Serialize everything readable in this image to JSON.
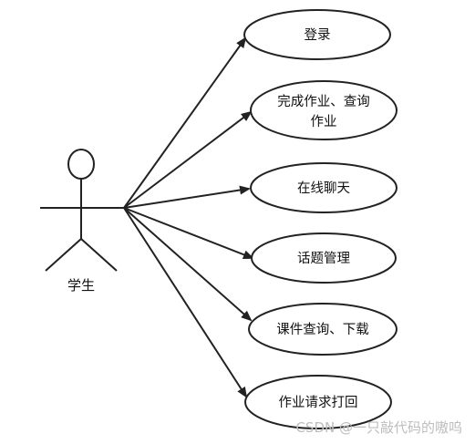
{
  "actor": {
    "label": "学生"
  },
  "use_cases": [
    {
      "lines": [
        "登录"
      ]
    },
    {
      "lines": [
        "完成作业、查询",
        "作业"
      ]
    },
    {
      "lines": [
        "在线聊天"
      ]
    },
    {
      "lines": [
        "话题管理"
      ]
    },
    {
      "lines": [
        "课件查询、下载"
      ]
    },
    {
      "lines": [
        "作业请求打回"
      ]
    }
  ],
  "watermark": "CSDN @一只敲代码的嗷呜",
  "colors": {
    "stroke": "#222222",
    "background": "#ffffff",
    "watermark": "#bdbdbd"
  }
}
